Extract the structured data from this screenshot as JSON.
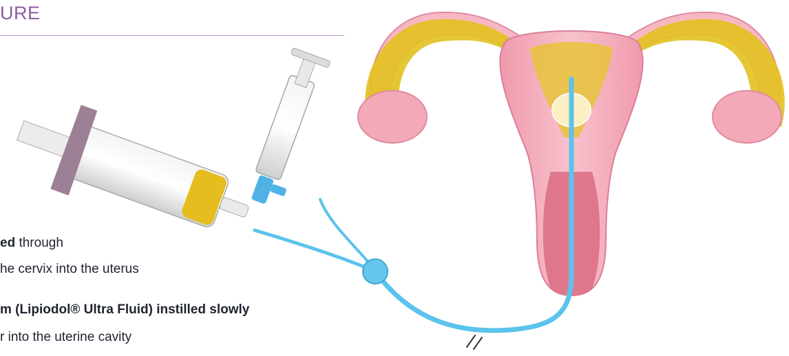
{
  "header": {
    "title": "URE"
  },
  "steps": [
    {
      "bold": "ed",
      "normal": " through"
    },
    {
      "normal": "he cervix into the uterus"
    },
    {
      "bold": "m (Lipiodol® Ultra Fluid) instilled slowly"
    },
    {
      "normal": "r into the uterine cavity"
    }
  ],
  "colors": {
    "accent": "#8e5aa0",
    "oil": "#e6bd1e",
    "catheter": "#5bc3ec",
    "tissue": "#f2a4b4",
    "fat": "#e2c11f"
  }
}
